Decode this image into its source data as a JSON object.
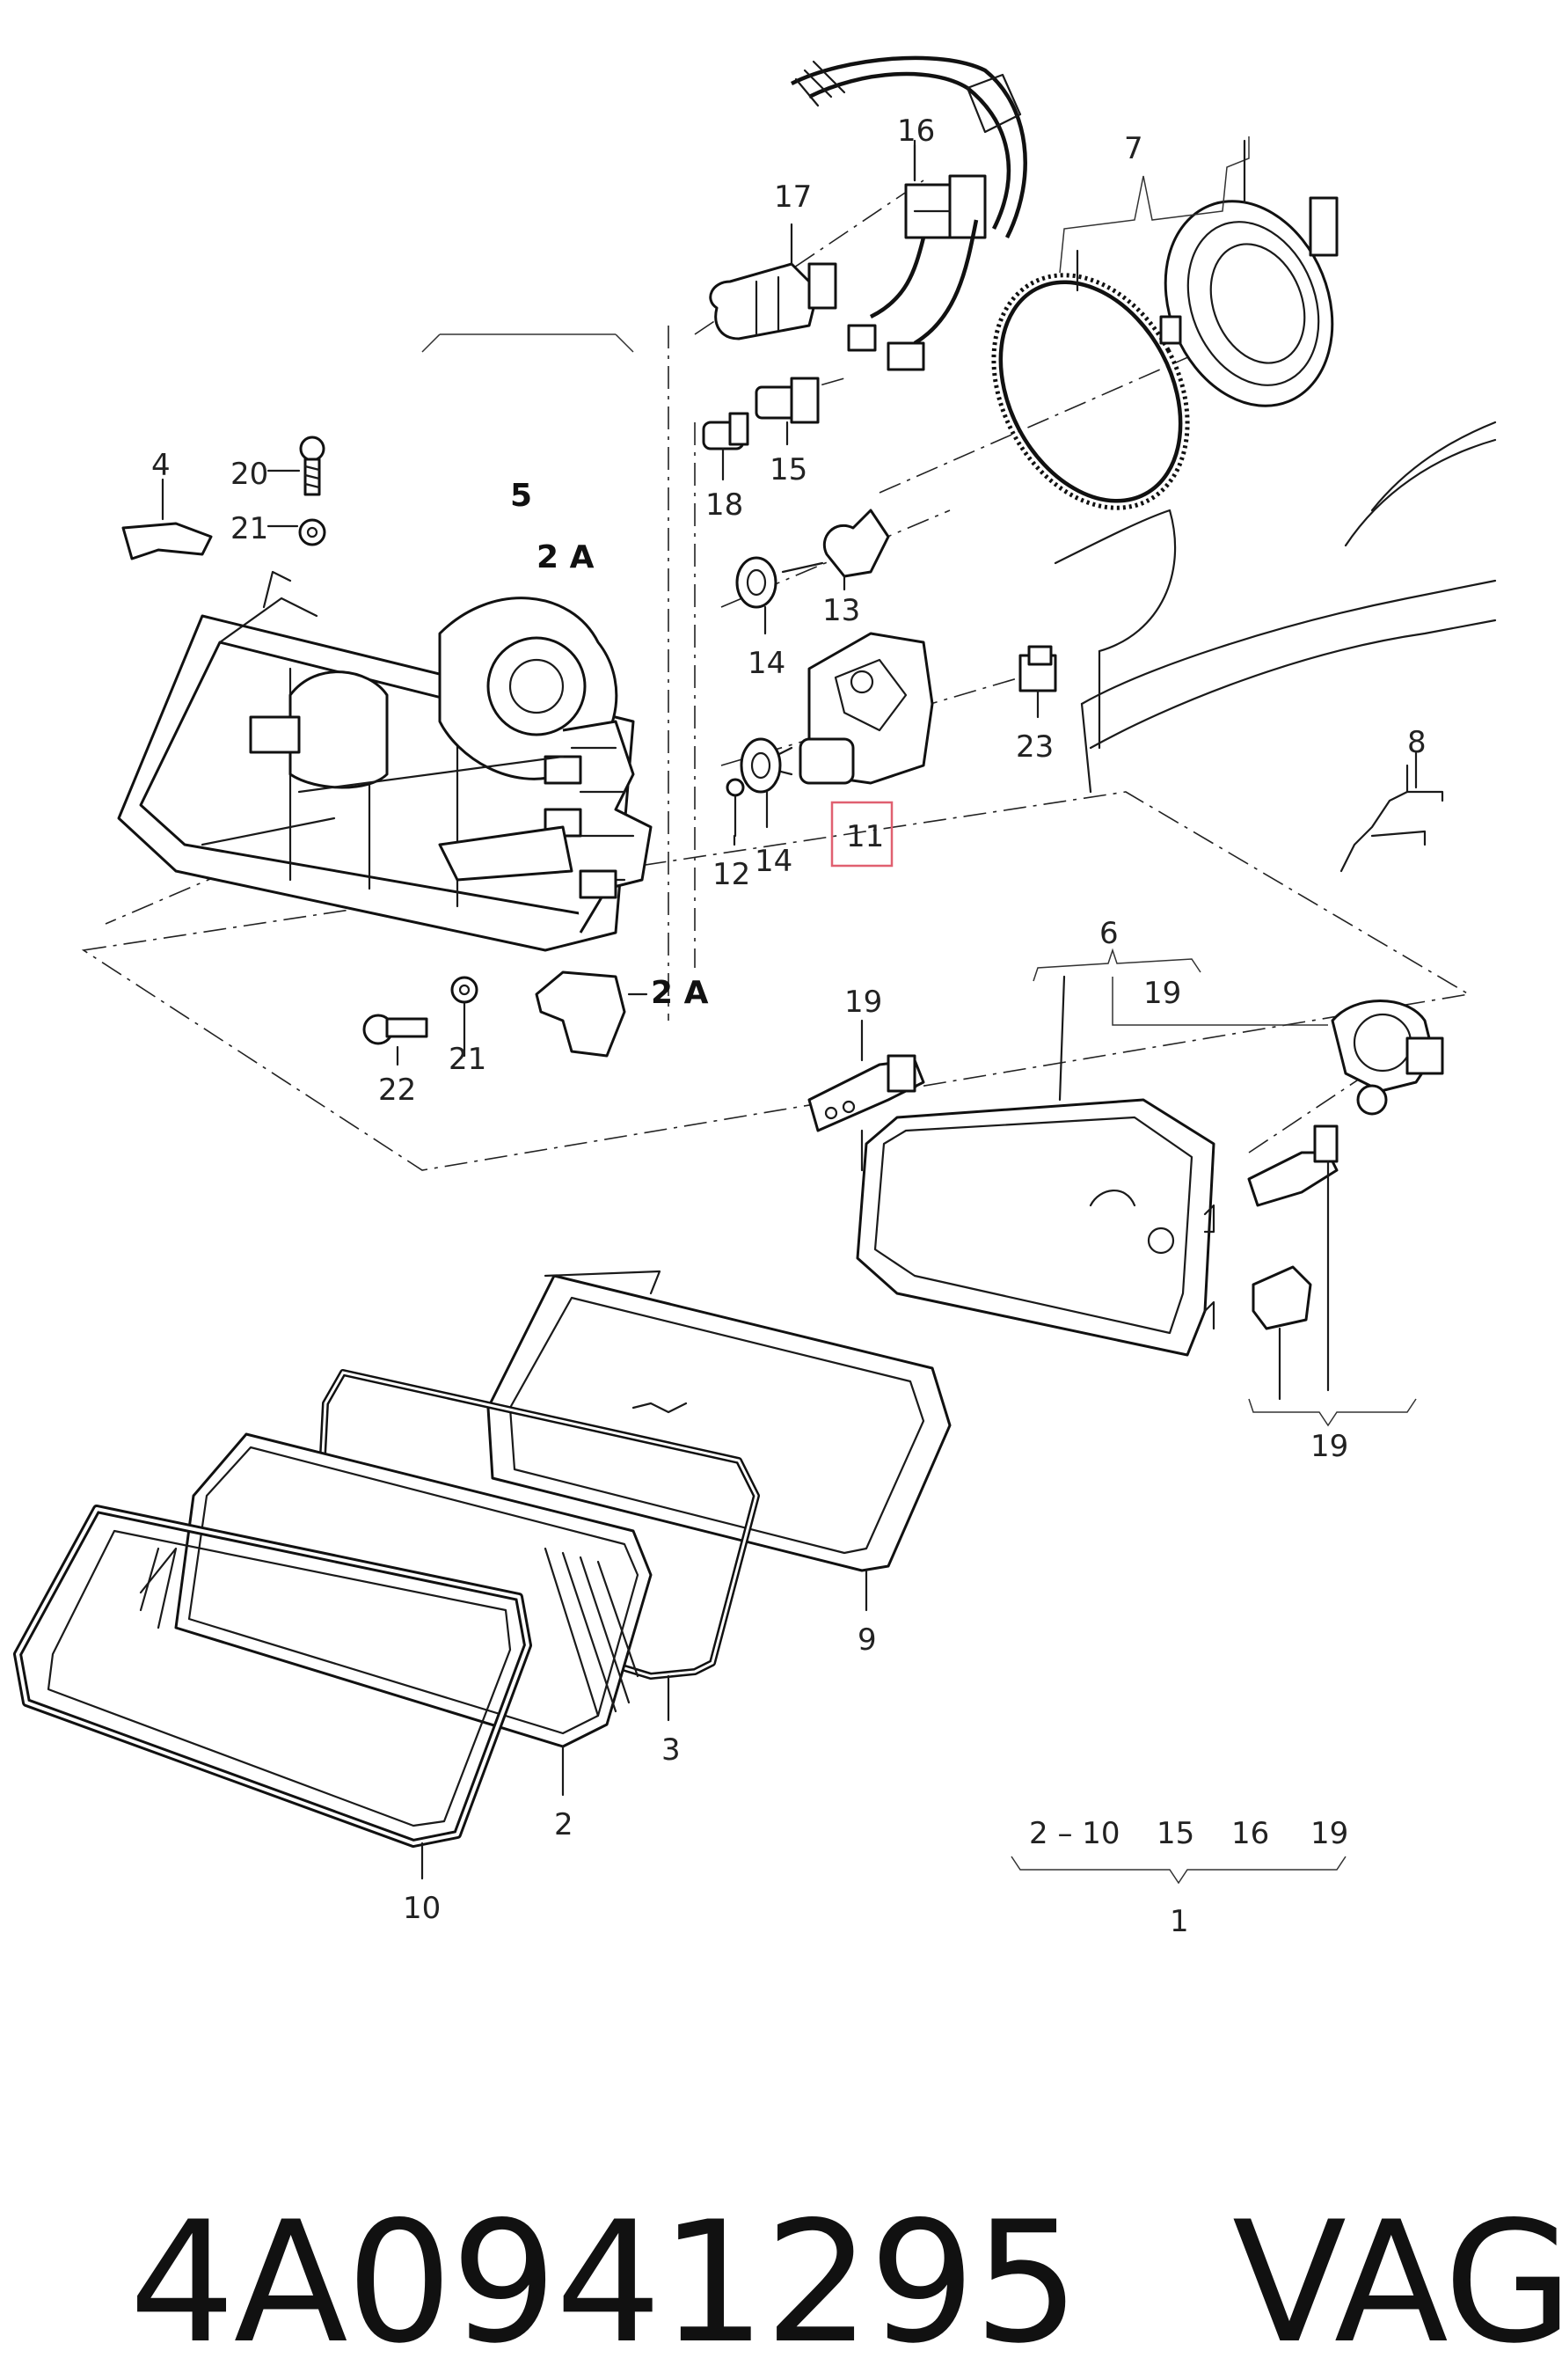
{
  "callouts": {
    "c1": "1",
    "c2": "2",
    "c2a_top": "2 A",
    "c2a_bottom": "2 A",
    "c3": "3",
    "c4": "4",
    "c5": "5",
    "c6": "6",
    "c7": "7",
    "c8": "8",
    "c9": "9",
    "c10": "10",
    "c11": "11",
    "c12": "12",
    "c13": "13",
    "c14a": "14",
    "c14b": "14",
    "c15": "15",
    "c16": "16",
    "c17": "17",
    "c18": "18",
    "c19a": "19",
    "c19b": "19",
    "c19c": "19",
    "c20": "20",
    "c21a": "21",
    "c21b": "21",
    "c22": "22",
    "c23": "23"
  },
  "kit_legend": {
    "items": [
      "2 – 10",
      "15",
      "16",
      "19"
    ],
    "total": "1"
  },
  "highlight": {
    "part": "11",
    "color": "#e06070"
  },
  "footer": {
    "part_number": "4A0941295",
    "brand": "VAG"
  }
}
